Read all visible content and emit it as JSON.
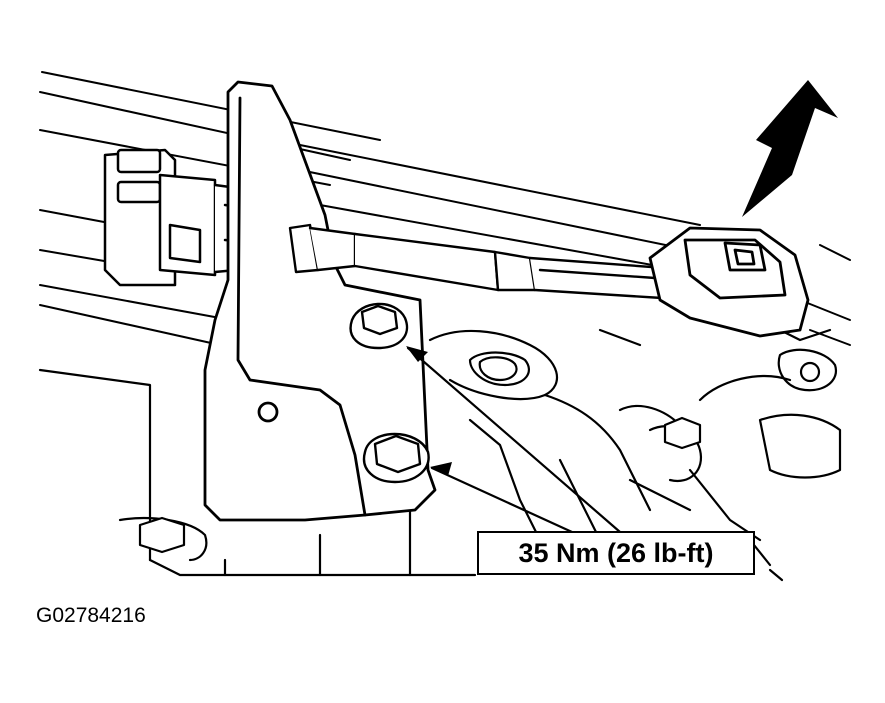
{
  "diagram": {
    "torque_label": "35 Nm (26 lb-ft)",
    "figure_id": "G02784216",
    "colors": {
      "line": "#000000",
      "fill": "#ffffff"
    },
    "components": [
      "sensor-connector",
      "mounting-bracket",
      "sensor-cable",
      "cable-connector",
      "bracket-bolt",
      "callout-arrow"
    ]
  }
}
